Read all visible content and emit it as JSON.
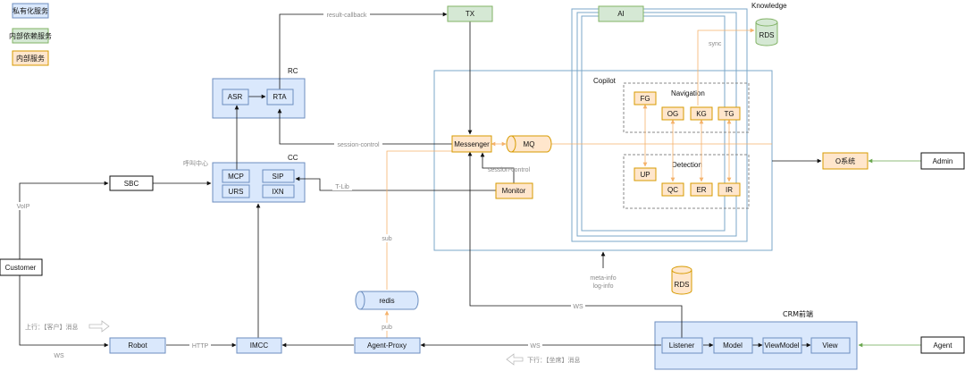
{
  "legend": {
    "private": "私有化服务",
    "dependency": "内部依赖服务",
    "internal": "内部服务"
  },
  "groups": {
    "rc": "RC",
    "cc": "CC",
    "copilot": "Copilot",
    "navigation": "Navigation",
    "detection": "Detection",
    "knowledge": "Knowledge",
    "crm": "CRM前端"
  },
  "nodes": {
    "tx": "TX",
    "ai": "AI",
    "rds_top": "RDS",
    "rds_bottom": "RDS",
    "asr": "ASR",
    "rta": "RTA",
    "mcp": "MCP",
    "sip": "SIP",
    "urs": "URS",
    "ixn": "IXN",
    "sbc": "SBC",
    "customer": "Customer",
    "robot": "Robot",
    "imcc": "IMCC",
    "agent_proxy": "Agent-Proxy",
    "redis": "redis",
    "messenger": "Messenger",
    "mq": "MQ",
    "monitor": "Monitor",
    "fg": "FG",
    "og": "OG",
    "kg": "KG",
    "tg": "TG",
    "up": "UP",
    "qc": "QC",
    "er": "ER",
    "ir": "IR",
    "o_system": "O系统",
    "admin": "Admin",
    "listener": "Listener",
    "model": "Model",
    "viewmodel": "ViewModel",
    "view": "View",
    "agent": "Agent"
  },
  "edges": {
    "result_callback": "result-callback",
    "sync": "sync",
    "session_control": "session-control",
    "session_control_2": "session-control",
    "call_center": "呼叫中心",
    "t_lib": "T-Lib",
    "voip": "VoIP",
    "sub": "sub",
    "pub": "pub",
    "meta_info": "meta-info",
    "log_info": "log-info",
    "ws_mid": "WS",
    "ws_left": "WS",
    "ws_bottom": "WS",
    "http": "HTTP",
    "upstream": "上行：【客户】消息",
    "downstream": "下行：【坐席】消息"
  },
  "colors": {
    "private_fill": "#dae8fc",
    "private_stroke": "#6c8ebf",
    "dep_fill": "#d5e8d4",
    "dep_stroke": "#82b366",
    "internal_fill": "#ffe6cc",
    "internal_stroke": "#d79b00",
    "orange_line": "#f5b26b",
    "green_line": "#6aa84f",
    "blue_line": "#7ba7c9"
  }
}
